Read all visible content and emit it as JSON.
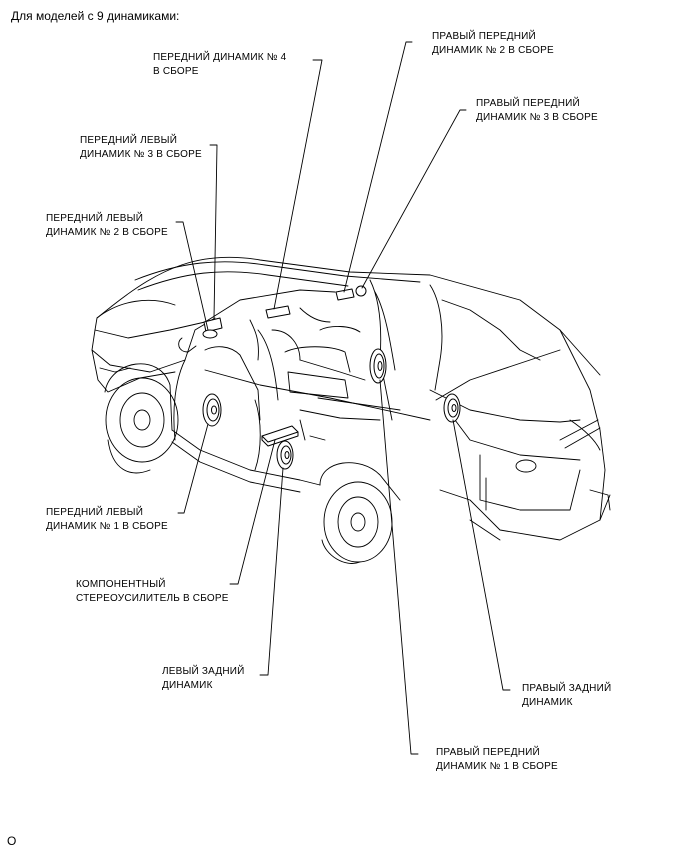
{
  "heading": "Для моделей с 9 динамиками:",
  "labels": {
    "front_speaker_4": [
      "ПЕРЕДНИЙ ДИНАМИК № 4",
      "В СБОРЕ"
    ],
    "front_right_speaker_2": [
      "ПРАВЫЙ ПЕРЕДНИЙ",
      "ДИНАМИК № 2 В СБОРЕ"
    ],
    "front_right_speaker_3": [
      "ПРАВЫЙ ПЕРЕДНИЙ",
      "ДИНАМИК № 3 В СБОРЕ"
    ],
    "front_left_speaker_3": [
      "ПЕРЕДНИЙ ЛЕВЫЙ",
      "ДИНАМИК № 3 В СБОРЕ"
    ],
    "front_left_speaker_2": [
      "ПЕРЕДНИЙ ЛЕВЫЙ",
      "ДИНАМИК № 2 В СБОРЕ"
    ],
    "front_left_speaker_1": [
      "ПЕРЕДНИЙ ЛЕВЫЙ",
      "ДИНАМИК № 1 В СБОРЕ"
    ],
    "stereo_amplifier": [
      "КОМПОНЕНТНЫЙ",
      "СТЕРЕОУСИЛИТЕЛЬ В СБОРЕ"
    ],
    "rear_left_speaker": [
      "ЛЕВЫЙ ЗАДНИЙ",
      "ДИНАМИК"
    ],
    "rear_right_speaker": [
      "ПРАВЫЙ ЗАДНИЙ",
      "ДИНАМИК"
    ],
    "front_right_speaker_1": [
      "ПРАВЫЙ ПЕРЕДНИЙ",
      "ДИНАМИК № 1 В СБОРЕ"
    ]
  },
  "footer_code": "O",
  "colors": {
    "line": "#000000",
    "background": "#ffffff"
  }
}
